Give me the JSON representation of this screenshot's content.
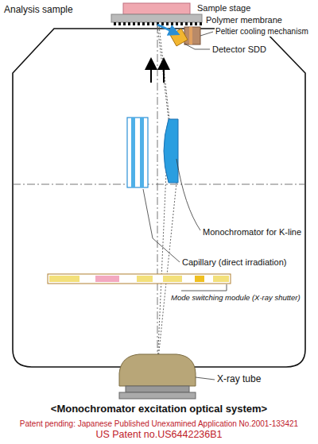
{
  "diagram": {
    "caption": "<Monochromator excitation optical system>",
    "labels": [
      "Analysis sample",
      "Sample stage",
      "Polymer membrane",
      "Peltier cooling mechanism",
      "Detector SDD",
      "Monochromator for K-line",
      "Capillary (direct irradiation)",
      "Mode switching module (X-ray shutter)",
      "X-ray tube",
      "Patent pending: Japanese Published Unexamined Application No.2001-133421",
      "US Patent no.US6442236B1"
    ]
  }
}
